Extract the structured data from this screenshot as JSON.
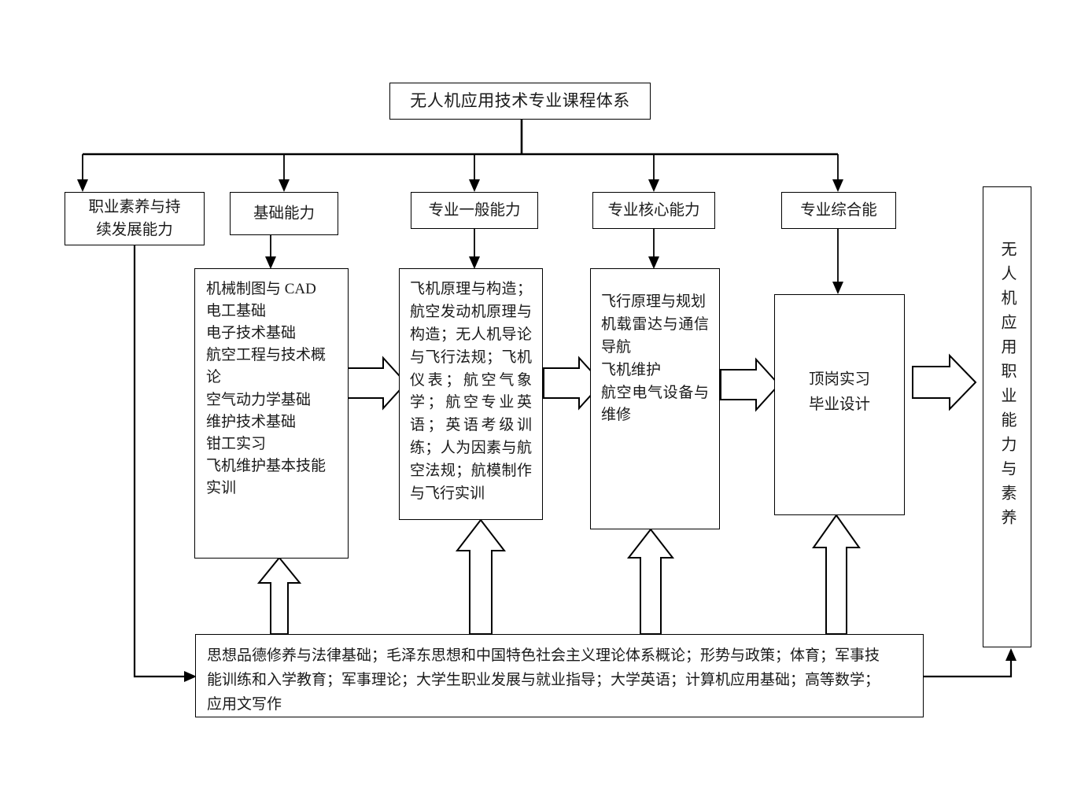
{
  "diagram": {
    "title": "无人机应用技术专业课程体系",
    "categories": [
      {
        "id": "vocational-quality",
        "label": "职业素养与持\n续发展能力"
      },
      {
        "id": "basic-ability",
        "label": "基础能力"
      },
      {
        "id": "general-ability",
        "label": "专业一般能力"
      },
      {
        "id": "core-ability",
        "label": "专业核心能力"
      },
      {
        "id": "comprehensive-ability",
        "label": "专业综合能"
      }
    ],
    "basic_courses": [
      "机械制图与 CAD",
      "电工基础",
      "电子技术基础",
      "航空工程与技术概",
      "论",
      "空气动力学基础",
      "维护技术基础",
      "钳工实习",
      "飞机维护基本技能",
      "实训"
    ],
    "general_courses_text": "飞机原理与构造；航空发动机原理与构造；无人机导论与飞行法规；飞机仪表；航空气象学；航空专业英语；英语考级训练；人为因素与航空法规；航模制作与飞行实训",
    "core_courses": [
      "飞行原理与规划",
      "机载雷达与通信导航",
      "飞机维护",
      "航空电气设备与维修"
    ],
    "comprehensive_courses": [
      "顶岗实习",
      "毕业设计"
    ],
    "outcome_vertical": "无人机应用职业能力与素养",
    "general_education_text": "思想品德修养与法律基础；毛泽东思想和中国特色社会主义理论体系概论；形势与政策；体育；军事技能训练和入学教育；军事理论；大学生职业发展与就业指导；大学英语；计算机应用基础；高等数学；应用文写作",
    "general_education_lines": [
      "思想品德修养与法律基础；毛泽东思想和中国特色社会主义理论体系概论；形势与政策；体育；军事技",
      "能训练和入学教育；军事理论；大学生职业发展与就业指导；大学英语；计算机应用基础；高等数学；",
      "应用文写作"
    ],
    "colors": {
      "stroke": "#000000",
      "background": "#ffffff",
      "text": "#1a1a1a"
    }
  }
}
